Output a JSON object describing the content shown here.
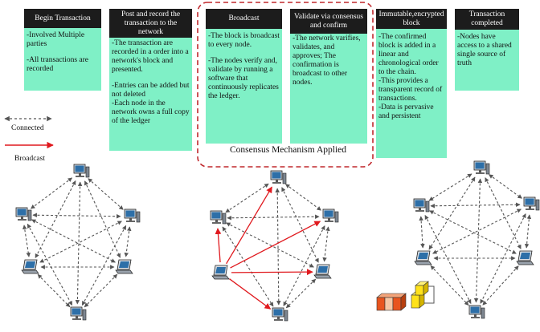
{
  "steps": [
    {
      "title": "Begin Transaction",
      "body": [
        "-Involved Multiple parties",
        "-All transactions are recorded"
      ]
    },
    {
      "title": "Post and record the transaction to the network",
      "body": [
        "-The transaction are recorded in a order into a network's block and presented.",
        "-Entries can be added but not deleted",
        "-Each node in the network owns a full copy of  the ledger"
      ]
    },
    {
      "title": "Broadcast",
      "body": [
        "-The block is broadcast to every node.",
        "-The nodes verify and, validate by running a software that continuously replicates the ledger."
      ]
    },
    {
      "title": "Validate via consensus and confirm",
      "body": [
        "-The network varifies, validates, and approves; The confirmation is broadcast to other nodes."
      ]
    },
    {
      "title": "Immutable,encrypted block",
      "body": [
        "-The confirmed block is added in a linear and chronological order to the chain.",
        "-This provides a transparent record of transactions.",
        "-Data is pervasive and persistent"
      ]
    },
    {
      "title": "Transaction completed",
      "body": [
        "-Nodes have access to a shared single source of truth"
      ]
    }
  ],
  "legend": {
    "connected_label": "Connected",
    "broadcast_label": "Broadcast"
  },
  "consensus_label": "Consensus Mechanism Applied",
  "colors": {
    "box_fill": "#7ff0c6",
    "header_fill": "#1c1c1c",
    "broadcast_arrow": "#e0191e",
    "consensus_border": "#c0282d",
    "connected_line": "#555555"
  },
  "icons": [
    "computer-icon",
    "laptop-icon",
    "blockchain-blocks-icon"
  ]
}
